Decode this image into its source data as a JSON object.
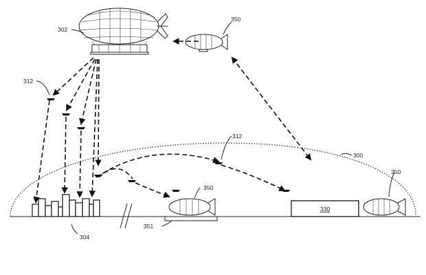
{
  "diagram": {
    "refs": {
      "fulfillment_airship": "302",
      "shuttle_airship": "350",
      "uav": "312",
      "coverage_area": "300",
      "buildings": "304",
      "materials_handling_facility": "330",
      "landing_pad": "351"
    }
  }
}
